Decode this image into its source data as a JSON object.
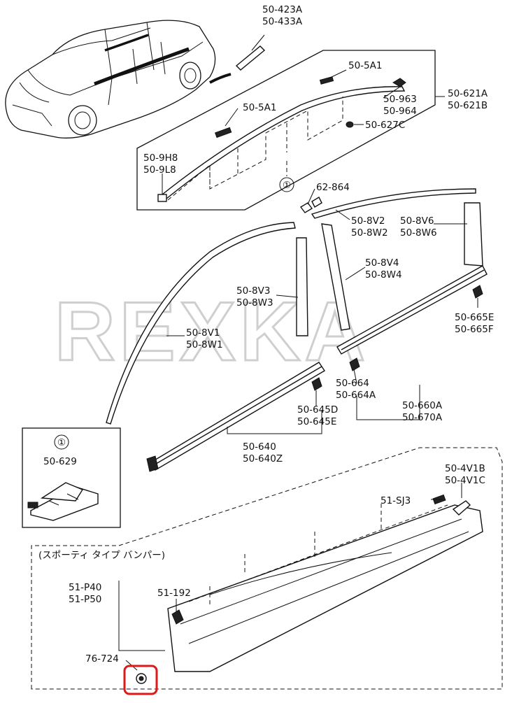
{
  "watermark": "REXKA",
  "callout_marker": "①",
  "detail_box_label": "50-629",
  "sporty_note": "(スポーティ タイプ バンパー)",
  "labels": {
    "l_50_423A": "50-423A",
    "l_50_433A": "50-433A",
    "l_50_5A1_top": "50-5A1",
    "l_50_963": "50-963",
    "l_50_964": "50-964",
    "l_50_621A": "50-621A",
    "l_50_621B": "50-621B",
    "l_50_5A1_mid": "50-5A1",
    "l_50_627C": "50-627C",
    "l_50_9H8": "50-9H8",
    "l_50_9L8": "50-9L8",
    "l_62_864": "62-864",
    "l_50_8V2": "50-8V2",
    "l_50_8W2": "50-8W2",
    "l_50_8V6": "50-8V6",
    "l_50_8W6": "50-8W6",
    "l_50_8V4": "50-8V4",
    "l_50_8W4": "50-8W4",
    "l_50_8V3": "50-8V3",
    "l_50_8W3": "50-8W3",
    "l_50_665E": "50-665E",
    "l_50_665F": "50-665F",
    "l_50_8V1": "50-8V1",
    "l_50_8W1": "50-8W1",
    "l_50_664": "50-664",
    "l_50_664A": "50-664A",
    "l_50_645D": "50-645D",
    "l_50_645E": "50-645E",
    "l_50_660A": "50-660A",
    "l_50_670A": "50-670A",
    "l_50_640": "50-640",
    "l_50_640Z": "50-640Z",
    "l_50_4V1B": "50-4V1B",
    "l_50_4V1C": "50-4V1C",
    "l_51_SJ3": "51-SJ3",
    "l_51_192": "51-192",
    "l_51_P40": "51-P40",
    "l_51_P50": "51-P50",
    "l_76_724": "76-724"
  },
  "colors": {
    "line": "#111111",
    "highlight": "#e01818",
    "watermark": "#cfcfcf"
  }
}
